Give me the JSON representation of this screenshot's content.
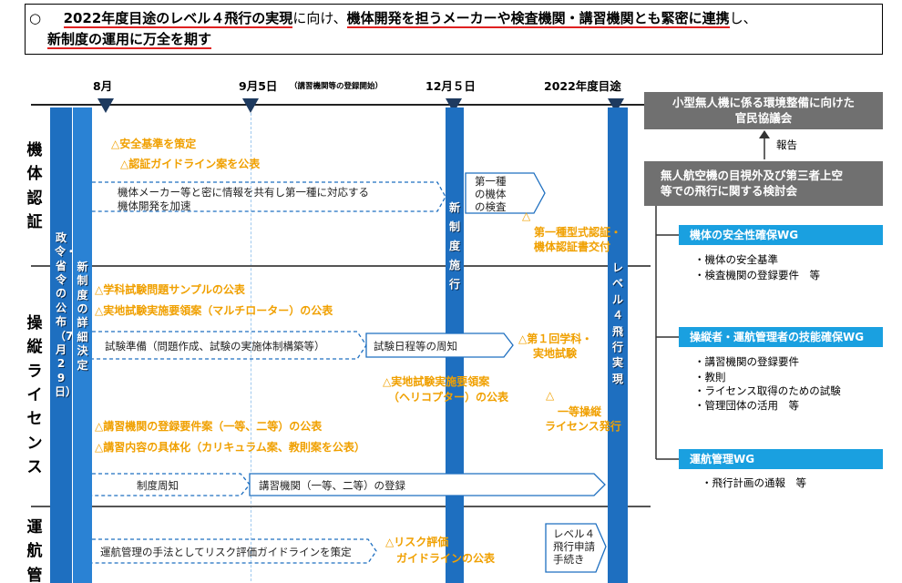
{
  "header": {
    "bullet": "○",
    "part1": "2022年度目途のレベル４飛行の実現",
    "part2": "に向け、",
    "part3": "機体開発を担うメーカーや検査機関・講習機関とも緊密に連携",
    "part4": "し、",
    "part5": "新制度の運用に万全を期す"
  },
  "timeline": {
    "m1": "8月",
    "m2": "9月5日",
    "m2_note": "（講習機関等の登録開始）",
    "m3": "12月５日",
    "m4": "2022年度目途"
  },
  "bars": {
    "order": "政令・省令の公布（7月29日）",
    "detail": "新制度の詳細決定",
    "enforce": "新制度施行",
    "level4": "レベル４飛行実現"
  },
  "sections": {
    "kitai": "機体認証",
    "soju": "操縦ライセンス",
    "unko": "運航管理"
  },
  "kitai": {
    "t1": "△安全基準を策定",
    "t2": "△認証ガイドライン案を公表",
    "arrow1_l1": "機体メーカー等と密に情報を共有し第一種に対応する",
    "arrow1_l2": "機体開発を加速",
    "box_l1": "第一種",
    "box_l2": "の機体",
    "box_l3": "の検査",
    "cert_tri": "△",
    "cert_l1": "第一種型式認証・",
    "cert_l2": "機体認証書交付"
  },
  "soju": {
    "t1": "△学科試験問題サンプルの公表",
    "t2": "△実地試験実施要領案（マルチローター）の公表",
    "prep": "試験準備（問題作成、試験の実施体制構築等）",
    "sched": "試験日程等の周知",
    "first_l1": "△第１回学科・",
    "first_l2": "実地試験",
    "heli_l1": "△実地試験実施要領案",
    "heli_l2": "（ヘリコプター）の公表",
    "lic_tri": "△",
    "lic_l1": "一等操縦",
    "lic_l2": "ライセンス発行",
    "t3": "△講習機関の登録要件案（一等、二等）の公表",
    "t4": "△講習内容の具体化（カリキュラム案、教則案を公表）",
    "notice": "制度周知",
    "reg": "講習機関（一等、二等）の登録"
  },
  "unko": {
    "arrow": "運航管理の手法としてリスク評価ガイドラインを策定",
    "risk_l1": "△リスク評価",
    "risk_l2": "ガイドラインの公表",
    "box_l1": "レベル４",
    "box_l2": "飛行申請",
    "box_l3": "手続き"
  },
  "right": {
    "council_l1": "小型無人機に係る環境整備に向けた",
    "council_l2": "官民協議会",
    "report": "報告",
    "review_l1": "無人航空機の目視外及び第三者上空",
    "review_l2": "等での飛行に関する検討会",
    "wg1": "機体の安全性確保WG",
    "wg1_i1": "・機体の安全基準",
    "wg1_i2": "・検査機関の登録要件　等",
    "wg2": "操縦者・運航管理者の技能確保WG",
    "wg2_i1": "・講習機関の登録要件",
    "wg2_i2": "・教則",
    "wg2_i3": "・ライセンス取得のための試験",
    "wg2_i4": "・管理団体の活用　等",
    "wg3": "運航管理WG",
    "wg3_i1": "・飛行計画の通報　等"
  },
  "colors": {
    "bar_blue": "#1e6fc0",
    "wg_blue": "#1aa0e0",
    "orange": "#f0a000",
    "gray": "#707070",
    "red_underline": "#e02020"
  }
}
